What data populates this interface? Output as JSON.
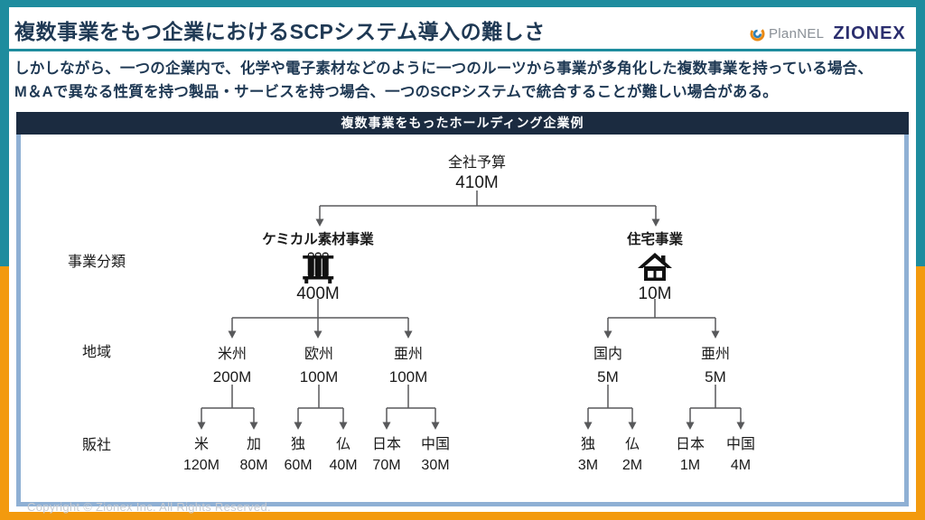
{
  "slide": {
    "title": "複数事業をもつ企業におけるSCPシステム導入の難しさ",
    "intro_line1": "しかしながら、一つの企業内で、化学や電子素材などのように一つのルーツから事業が多角化した複数事業を持っている場合、",
    "intro_line2": "M＆Aで異なる性質を持つ製品・サービスを持つ場合、一つのSCPシステムで統合することが難しい場合がある。",
    "footer": "Copyright © Zionex Inc. All Rights Reserved."
  },
  "logos": {
    "plannel_label": "PlanNEL",
    "plannel_icon": "swirl-icon",
    "zionex_label": "ZIONEX"
  },
  "diagram": {
    "header": "複数事業をもったホールディング企業例",
    "row_labels": [
      "事業分類",
      "地域",
      "販社"
    ],
    "root": {
      "label": "全社予算",
      "value": "410M"
    },
    "businesses": [
      {
        "label": "ケミカル素材事業",
        "icon": "test-tubes-icon",
        "value": "400M",
        "regions": [
          {
            "label": "米州",
            "value": "200M",
            "subsidiaries": [
              {
                "label": "米",
                "value": "120M"
              },
              {
                "label": "加",
                "value": "80M"
              }
            ]
          },
          {
            "label": "欧州",
            "value": "100M",
            "subsidiaries": [
              {
                "label": "独",
                "value": "60M"
              },
              {
                "label": "仏",
                "value": "40M"
              }
            ]
          },
          {
            "label": "亜州",
            "value": "100M",
            "subsidiaries": [
              {
                "label": "日本",
                "value": "70M"
              },
              {
                "label": "中国",
                "value": "30M"
              }
            ]
          }
        ]
      },
      {
        "label": "住宅事業",
        "icon": "house-icon",
        "value": "10M",
        "regions": [
          {
            "label": "国内",
            "value": "5M",
            "subsidiaries": [
              {
                "label": "独",
                "value": "3M"
              },
              {
                "label": "仏",
                "value": "2M"
              }
            ]
          },
          {
            "label": "亜州",
            "value": "5M",
            "subsidiaries": [
              {
                "label": "日本",
                "value": "1M"
              },
              {
                "label": "中国",
                "value": "4M"
              }
            ]
          }
        ]
      }
    ]
  },
  "colors": {
    "teal": "#1E8C9E",
    "orange": "#F39A0E",
    "navy_text": "#1F3954",
    "header_bar": "#1B2B40",
    "panel_border": "#8FB0D4",
    "connector": "#58595B"
  }
}
